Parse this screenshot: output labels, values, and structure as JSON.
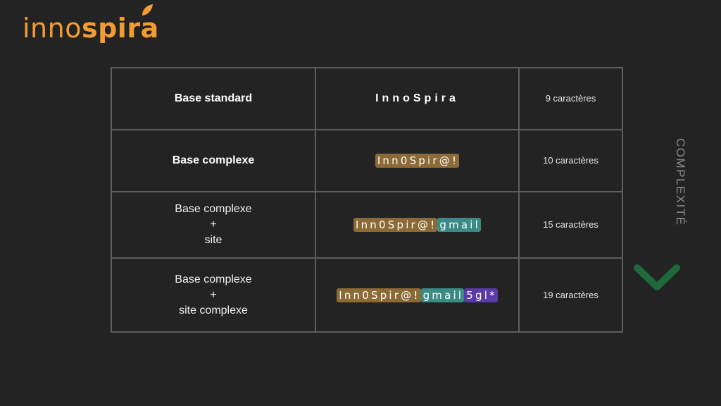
{
  "brand": {
    "light": "inno",
    "bold": "spira",
    "color": "#f39c33"
  },
  "table": {
    "rows": [
      {
        "label_lines": [
          "Base standard"
        ],
        "password_plain": "InnoSpira",
        "count": "9 caractères"
      },
      {
        "label_lines": [
          "Base complexe"
        ],
        "segments": [
          {
            "text": "Inn0Spir@!",
            "kind": "base"
          }
        ],
        "count": "10 caractères"
      },
      {
        "label_lines": [
          "Base complexe",
          "+",
          "site"
        ],
        "segments": [
          {
            "text": "Inn0Spir@!",
            "kind": "base"
          },
          {
            "text": "gmail",
            "kind": "site"
          }
        ],
        "count": "15 caractères"
      },
      {
        "label_lines": [
          "Base complexe",
          "+",
          "site complexe"
        ],
        "segments": [
          {
            "text": "Inn0Spir@!",
            "kind": "base"
          },
          {
            "text": "gmail",
            "kind": "site"
          },
          {
            "text": "5gl*",
            "kind": "extra"
          }
        ],
        "count": "19 caractères"
      }
    ]
  },
  "side": {
    "label": "COMPLEXITÉ",
    "gradient_top": "#7a2424",
    "gradient_bottom": "#1f6a3a"
  }
}
